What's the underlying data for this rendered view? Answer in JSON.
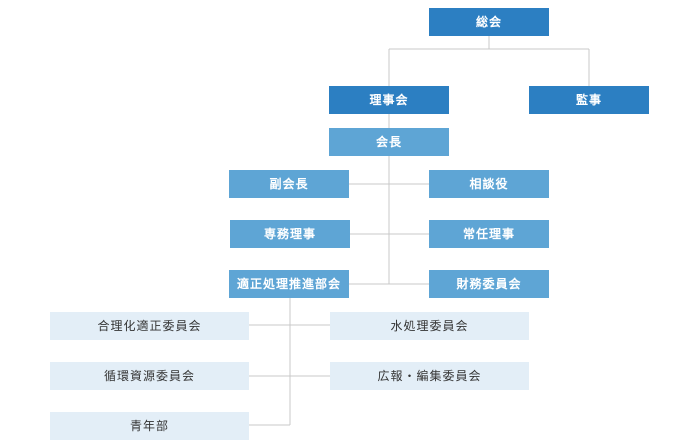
{
  "org": {
    "general_assembly": "総会",
    "board_of_directors": "理事会",
    "auditor": "監事",
    "president": "会長",
    "vice_president": "副会長",
    "advisor": "相談役",
    "executive_director": "専務理事",
    "standing_director": "常任理事",
    "promotion_division": "適正処理推進部会",
    "finance_committee": "財務委員会",
    "rationalization_committee": "合理化適正委員会",
    "water_treatment_committee": "水処理委員会",
    "recycling_committee": "循環資源委員会",
    "pr_editing_committee": "広報・編集委員会",
    "youth_division": "青年部"
  },
  "colors": {
    "primary": "#2c7fc2",
    "secondary": "#5ea5d5",
    "light": "#e3eef7",
    "connector": "#c9c9c9"
  }
}
